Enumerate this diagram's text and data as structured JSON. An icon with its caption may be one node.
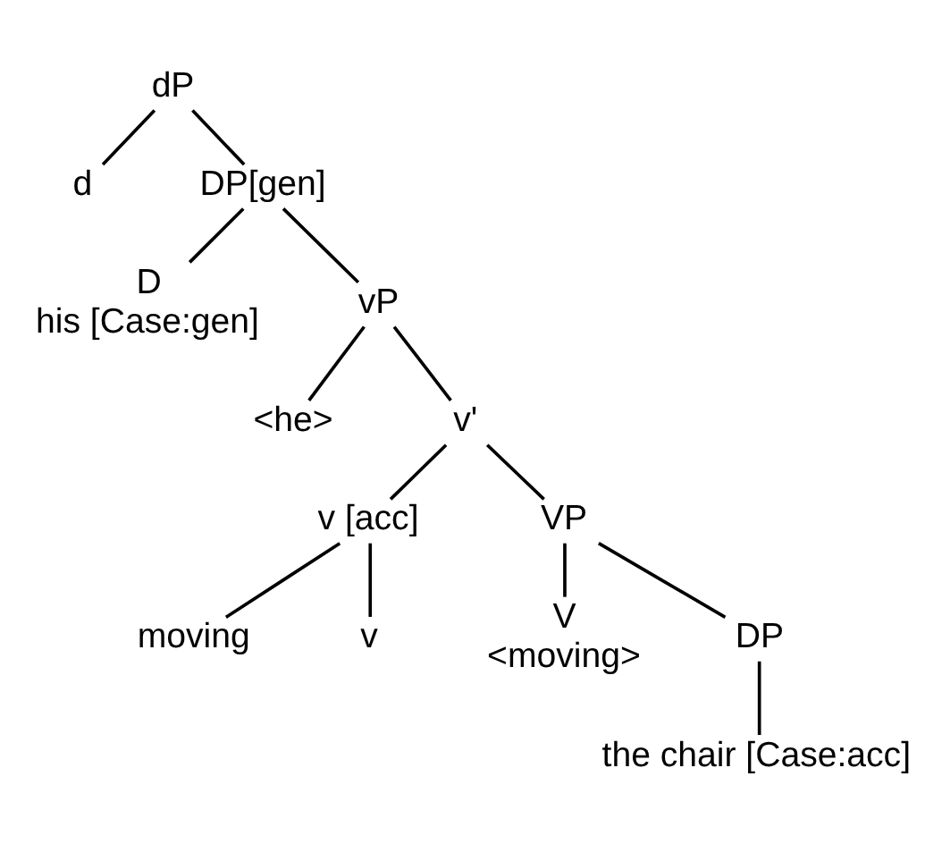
{
  "diagram": {
    "nodes": [
      {
        "text": [
          "dP"
        ]
      },
      {
        "text": [
          "d"
        ]
      },
      {
        "text": [
          "DP[gen]"
        ]
      },
      {
        "text": [
          "D",
          "his [Case:gen]"
        ]
      },
      {
        "text": [
          "vP"
        ]
      },
      {
        "text": [
          "<he>"
        ]
      },
      {
        "text": [
          "v'"
        ]
      },
      {
        "text": [
          "v [acc]"
        ]
      },
      {
        "text": [
          "VP"
        ]
      },
      {
        "text": [
          "moving"
        ]
      },
      {
        "text": [
          "v"
        ]
      },
      {
        "text": [
          "V",
          "<moving>"
        ]
      },
      {
        "text": [
          "DP"
        ]
      },
      {
        "text": [
          "the chair [Case:acc]"
        ]
      }
    ],
    "edges": [
      {
        "from": 0,
        "to": 1,
        "arrow": "none"
      },
      {
        "from": 0,
        "to": 2,
        "arrow": "none"
      },
      {
        "from": 2,
        "to": 3,
        "arrow": "none"
      },
      {
        "from": 2,
        "to": 4,
        "arrow": "none"
      },
      {
        "from": 4,
        "to": 5,
        "arrow": "none"
      },
      {
        "from": 4,
        "to": 6,
        "arrow": "none"
      },
      {
        "from": 6,
        "to": 7,
        "arrow": "none"
      },
      {
        "from": 6,
        "to": 8,
        "arrow": "none"
      },
      {
        "from": 7,
        "to": 9,
        "arrow": "none"
      },
      {
        "from": 7,
        "to": 10,
        "arrow": "none"
      },
      {
        "from": 8,
        "to": 11,
        "arrow": "none"
      },
      {
        "from": 8,
        "to": 12,
        "arrow": "none"
      },
      {
        "from": 12,
        "to": 13,
        "arrow": "none"
      }
    ]
  }
}
